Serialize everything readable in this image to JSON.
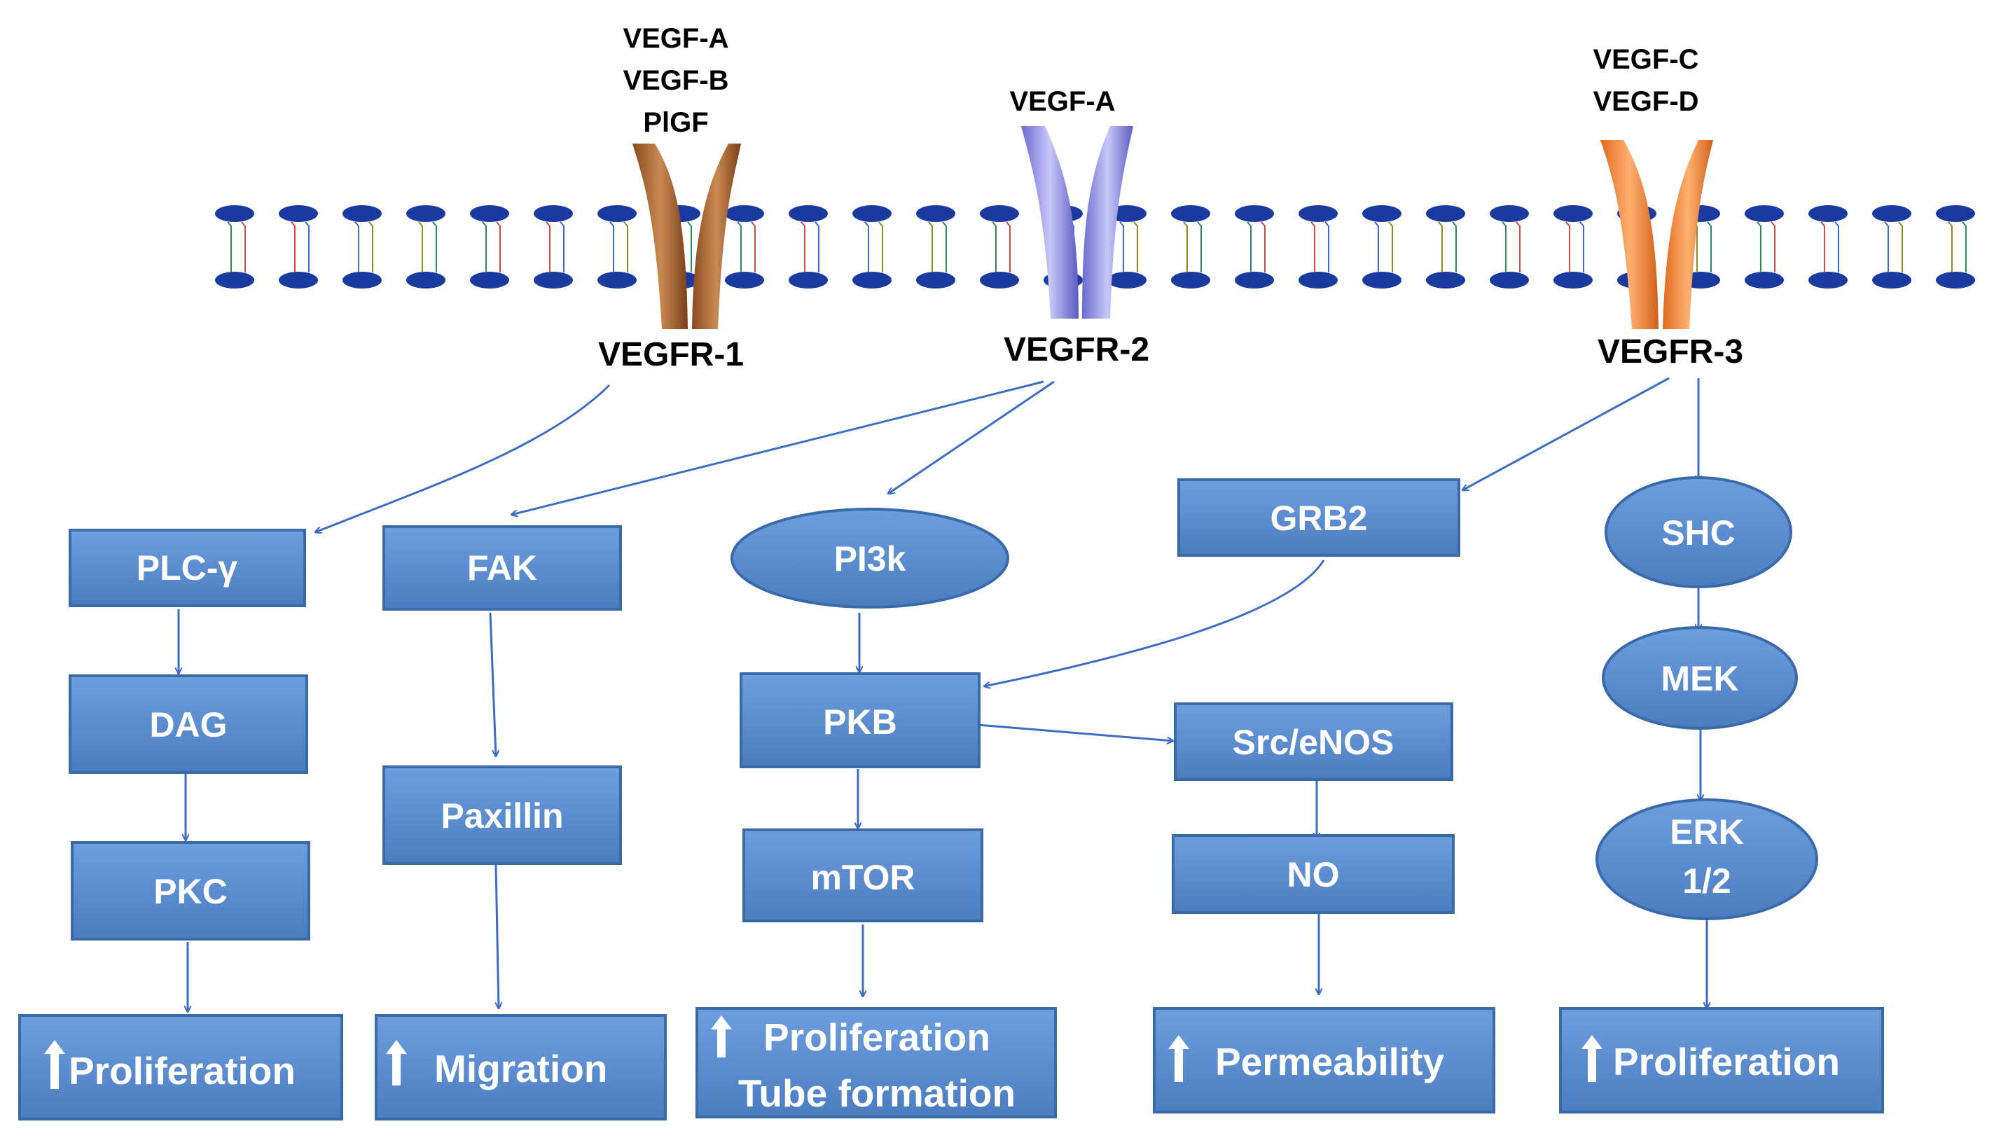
{
  "colors": {
    "node_fill": "#5b8fd0",
    "node_stroke": "#3a6aa8",
    "arrow": "#3d6cc0",
    "lipid_head": "#1a3aa0",
    "vegfr1": "#b56a32",
    "vegfr2": "#8f8fe6",
    "vegfr3": "#f08a3c"
  },
  "receptors": {
    "r1": {
      "label": "VEGFR-1",
      "ligands": [
        "VEGF-A",
        "VEGF-B",
        "PlGF"
      ]
    },
    "r2": {
      "label": "VEGFR-2",
      "ligands": [
        "VEGF-A"
      ]
    },
    "r3": {
      "label": "VEGFR-3",
      "ligands": [
        "VEGF-C",
        "VEGF-D"
      ]
    }
  },
  "nodes": {
    "plcg": "PLC-γ",
    "dag": "DAG",
    "pkc": "PKC",
    "fak": "FAK",
    "paxillin": "Paxillin",
    "pi3k": "PI3k",
    "pkb": "PKB",
    "mtor": "mTOR",
    "grb2": "GRB2",
    "src": "Src/eNOS",
    "no": "NO",
    "shc": "SHC",
    "mek": "MEK",
    "erk": [
      "ERK",
      "1/2"
    ]
  },
  "outcomes": {
    "o1": [
      "Proliferation"
    ],
    "o2": [
      "Migration"
    ],
    "o3": [
      "Proliferation",
      "Tube formation"
    ],
    "o4": [
      "Permeability"
    ],
    "o5": [
      "Proliferation"
    ]
  }
}
